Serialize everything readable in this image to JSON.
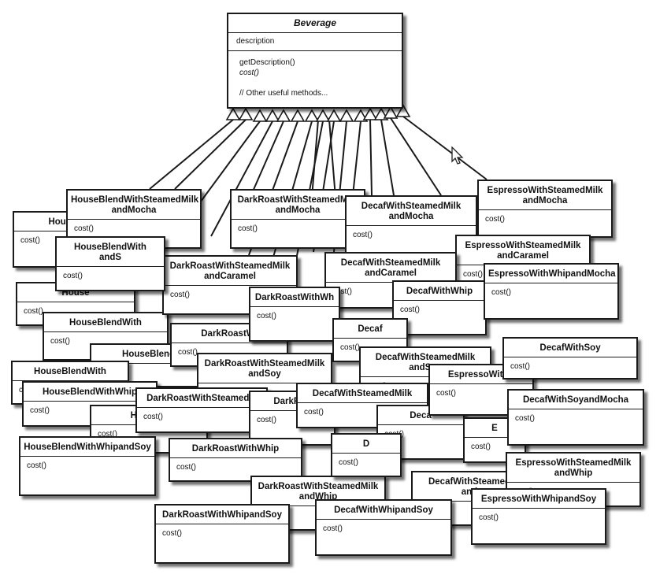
{
  "superclass": {
    "name": "Beverage",
    "attribute": "description",
    "methods": [
      "getDescription()",
      "cost()"
    ],
    "comment": "// Other useful methods..."
  },
  "method_label": "cost()",
  "classes": [
    {
      "name": "HouseBlend"
    },
    {
      "name": "House"
    },
    {
      "name": "HouseBlendWith"
    },
    {
      "name": "HouseBlendW"
    },
    {
      "name": "HouseBlendWith"
    },
    {
      "name": "HouseBlendWithWhip"
    },
    {
      "name": "HouseBl"
    },
    {
      "name": "HouseBlendWithWhipandSoy"
    },
    {
      "name": "HouseBlendWithSteamedMilk\nandMocha"
    },
    {
      "name": "DarkRoastWithSteamedMilk\nandMocha"
    },
    {
      "name": "DecafWithSteamedMilk\nandMocha"
    },
    {
      "name": "EspressoWithSteamedMilk\nandMocha"
    },
    {
      "name": "EspressoWithSteamedMilk\nandCaramel"
    },
    {
      "name": "DarkRoastWithSteamedMilk\nandCaramel"
    },
    {
      "name": "DecafWithSteamedMilk\nandCaramel"
    },
    {
      "name": "HouseBlendWith\nandS"
    },
    {
      "name": "DarkRoastWi"
    },
    {
      "name": "DarkRoastWithSteamedMilk\nandSoy"
    },
    {
      "name": "DarkRoastWithSteamedM"
    },
    {
      "name": "DarkRoa"
    },
    {
      "name": "DarkRoastWithWhip"
    },
    {
      "name": "DarkRoastWithSteamedMilk\nandWhip"
    },
    {
      "name": "DarkRoastWithWhipandSoy"
    },
    {
      "name": "DarkRoastWithWh"
    },
    {
      "name": "DecafWithWhip"
    },
    {
      "name": "Decaf"
    },
    {
      "name": "DecafWithSteamedMilk\nandSoy"
    },
    {
      "name": "DecafWithSteamedMilk"
    },
    {
      "name": "Deca"
    },
    {
      "name": "D"
    },
    {
      "name": "DecafWithSteamed\nand"
    },
    {
      "name": "DecafWithWhipandSoy"
    },
    {
      "name": "EspressoWithWhipandMocha"
    },
    {
      "name": "EspressoWithS"
    },
    {
      "name": "E"
    },
    {
      "name": "DecafWithSoy"
    },
    {
      "name": "DecafWithSoyandMocha"
    },
    {
      "name": "EspressoWithSteamedMilk\nandWhip"
    },
    {
      "name": "EspressoWithWhipandSoy"
    }
  ]
}
